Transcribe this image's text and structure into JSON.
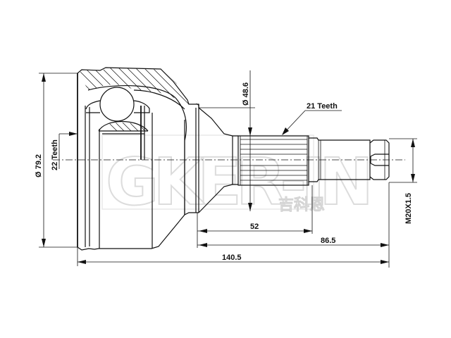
{
  "drawing": {
    "subject": "CV joint outer (constant velocity joint)",
    "watermark": {
      "latin": "GKER-IN",
      "chinese": "吉科恩"
    },
    "dimensions": {
      "outer_diameter": "Ø 79.2",
      "inner_spline": "22 Teeth",
      "shaft_diameter": "Ø 48.6",
      "outer_spline": "21 Teeth",
      "thread": "M20X1.5",
      "spline_length": "52",
      "stem_length": "86.5",
      "overall_length": "140.5"
    },
    "colors": {
      "line": "#111111",
      "watermark": "#d9d9d9",
      "background": "#ffffff"
    }
  }
}
